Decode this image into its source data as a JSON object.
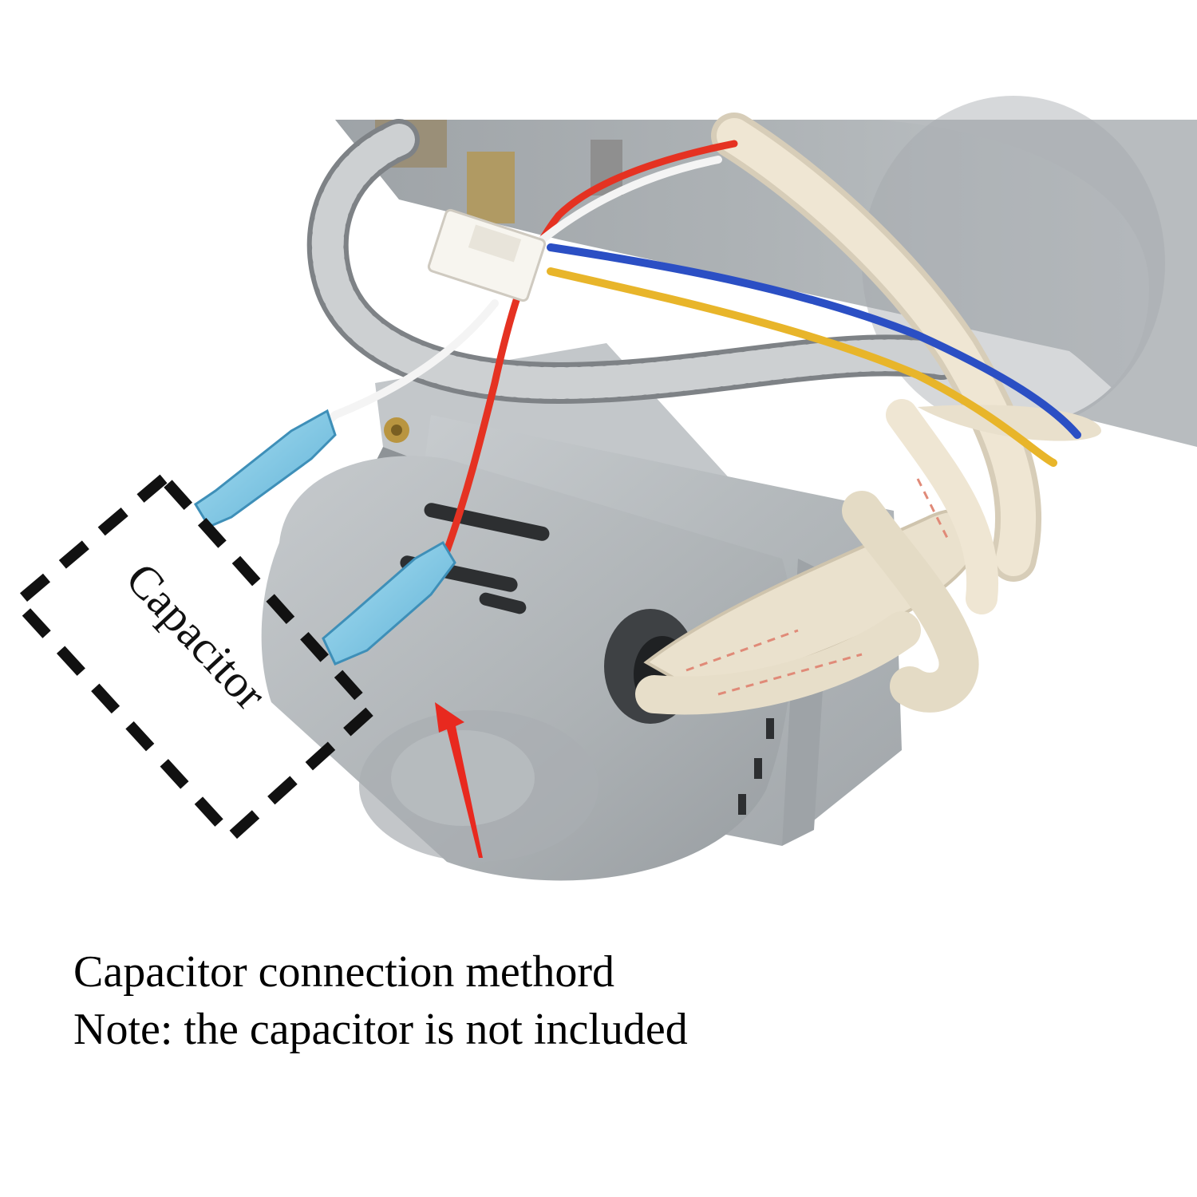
{
  "callout": {
    "label": "Capacitor"
  },
  "caption": {
    "line1": "Capacitor connection methord",
    "line2": "Note: the capacitor is not included"
  },
  "colors": {
    "background": "#ffffff",
    "motor_body": "#b9bdc0",
    "wire_red": "#e53222",
    "wire_blue": "#2b4fc4",
    "wire_yellow": "#e8b52a",
    "wire_white": "#f4f4f4",
    "terminal_blue": "#7fc7e6",
    "sleeve": "#eee4d0",
    "arrow": "#e8291f",
    "callout_border": "#111111"
  }
}
